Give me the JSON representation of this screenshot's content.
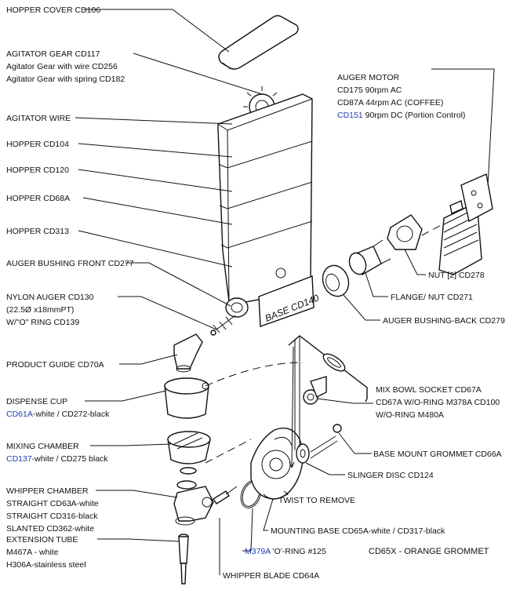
{
  "labels": {
    "hopper_cover": "HOPPER COVER CD106",
    "agitator_gear": "AGITATOR GEAR CD117",
    "agitator_gear_wire": "Agitator Gear with wire CD256",
    "agitator_gear_spring": "Agitator Gear with spring CD182",
    "agitator_wire": "AGITATOR WIRE",
    "hopper_cd104": "HOPPER CD104",
    "hopper_cd120": "HOPPER CD120",
    "hopper_cd68a": "HOPPER CD68A",
    "hopper_cd313": "HOPPER CD313",
    "auger_bushing_front": "AUGER BUSHING FRONT CD277",
    "nylon_auger": "NYLON AUGER CD130",
    "nylon_auger_size": "(22.5Ø x18mmPT)",
    "nylon_auger_oring": "W/\"O\" RING CD139",
    "product_guide": "PRODUCT GUIDE CD70A",
    "dispense_cup": "DISPENSE CUP",
    "dispense_cup_code": "CD61A",
    "dispense_cup_rest": "-white / CD272-black",
    "mixing_chamber": "MIXING CHAMBER",
    "mixing_chamber_code": "CD137",
    "mixing_chamber_rest": "-white / CD275 black",
    "whipper_chamber": "WHIPPER CHAMBER",
    "whipper_straight_white": "STRAIGHT CD63A-white",
    "whipper_straight_black": "STRAIGHT CD316-black",
    "whipper_slanted": "SLANTED CD362-white",
    "extension_tube": "EXTENSION TUBE",
    "extension_white": "M467A - white",
    "extension_steel": "H306A-stainless steel",
    "auger_motor": "AUGER MOTOR",
    "motor_cd175": "CD175 90rpm  AC",
    "motor_cd87a": "CD87A 44rpm  AC (COFFEE)",
    "motor_cd151_code": "CD151",
    "motor_cd151_rest": " 90rpm  DC (Portion Control)",
    "nut": "NUT [2] CD278",
    "flange_nut": "FLANGE/ NUT CD271",
    "auger_bushing_back": "AUGER BUSHING-BACK  CD279",
    "mix_bowl_socket": "MIX BOWL SOCKET CD67A",
    "mix_bowl_socket_2": "CD67A W/O-RING M378A CD100",
    "mix_bowl_socket_3": "W/O-RING M480A",
    "base_mount_grommet": "BASE MOUNT GROMMET CD66A",
    "slinger_disc": "SLINGER DISC CD124",
    "twist_to_remove": "TWIST TO REMOVE",
    "mounting_base": "MOUNTING BASE CD65A-white / CD317-black",
    "oring_code": "M379A",
    "oring_rest": " 'O'-RING #125",
    "grommet_note": "CD65X - ORANGE GROMMET",
    "whipper_blade": "WHIPPER BLADE CD64A",
    "base_plate_text": "BASE CD140"
  },
  "colors": {
    "ink": "#111111",
    "link": "#1f3fb0"
  }
}
